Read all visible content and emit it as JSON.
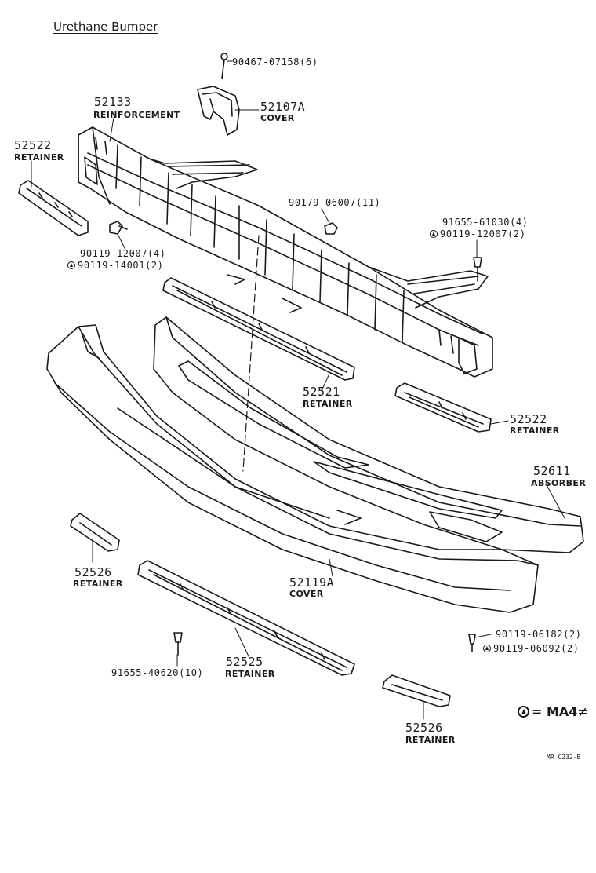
{
  "title": "Urethane Bumper",
  "colors": {
    "ink": "#1a1a1a",
    "paper": "#ffffff"
  },
  "parts": {
    "screw_90467": "90467-07158(6)",
    "cover_52107a": {
      "number": "52107A",
      "name": "COVER"
    },
    "reinforcement_52133": {
      "number": "52133",
      "name": "REINFORCEMENT"
    },
    "retainer_52522_left": {
      "number": "52522",
      "name": "RETAINER"
    },
    "nut_90179": "90179-06007(11)",
    "bolt_91655_61030": "91655-61030(4)",
    "bolt_90119_12007_right": "90119-12007(2)",
    "bolt_90119_12007_left": "90119-12007(4)",
    "bolt_90119_14001": "90119-14001(2)",
    "retainer_52521": {
      "number": "52521",
      "name": "RETAINER"
    },
    "retainer_52522_right": {
      "number": "52522",
      "name": "RETAINER"
    },
    "absorber_52611": {
      "number": "52611",
      "name": "ABSORBER"
    },
    "retainer_52526_left": {
      "number": "52526",
      "name": "RETAINER"
    },
    "cover_52119a": {
      "number": "52119A",
      "name": "COVER"
    },
    "bolt_90119_06182": "90119-06182(2)",
    "bolt_90119_06092": "90119-06092(2)",
    "bolt_91655_40620": "91655-40620(10)",
    "retainer_52525": {
      "number": "52525",
      "name": "RETAINER"
    },
    "retainer_52526_right": {
      "number": "52526",
      "name": "RETAINER"
    }
  },
  "legend": {
    "symbol": "triangle-in-circle",
    "text": "= MA4≠"
  },
  "drawing_code": "MR C232-B"
}
